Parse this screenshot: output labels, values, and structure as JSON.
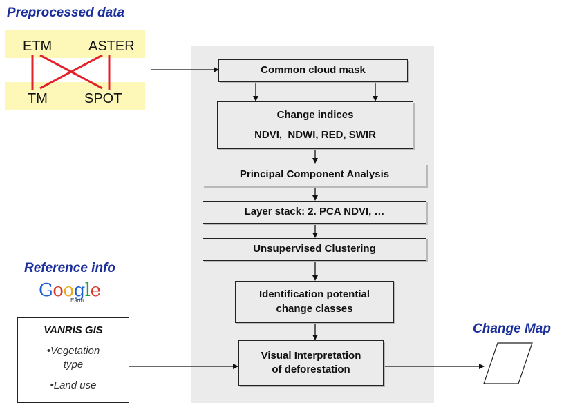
{
  "preprocessed": {
    "title": "Preprocessed data",
    "sensors": {
      "top_left": "ETM",
      "top_right": "ASTER",
      "bottom_left": "TM",
      "bottom_right": "SPOT"
    }
  },
  "flow": {
    "cloud_mask": "Common cloud mask",
    "change_indices_title": "Change indices",
    "change_indices_list": "NDVI,  NDWI, RED, SWIR",
    "pca": "Principal Component Analysis",
    "layer_stack": "Layer stack: 2. PCA NDVI, …",
    "clustering": "Unsupervised Clustering",
    "identification_line1": "Identification potential",
    "identification_line2": "change classes",
    "visual_line1": "Visual Interpretation",
    "visual_line2": "of deforestation"
  },
  "reference": {
    "title": "Reference info",
    "google_logo": "Google",
    "google_sub": "Earth",
    "vanris_title": "VANRIS GIS",
    "item1_line1": "•Vegetation",
    "item1_line2": "type",
    "item2": "•Land use"
  },
  "output": {
    "title": "Change Map"
  },
  "colors": {
    "header_blue": "#1a2f9c",
    "sensor_bg": "#fdf8b8",
    "connector_red": "#e2222a",
    "panel_gray": "#ebebeb",
    "google_blue": "#1a5fd6",
    "google_red": "#d93a2b",
    "google_yellow": "#e8a914",
    "google_green": "#2f9a3a"
  }
}
